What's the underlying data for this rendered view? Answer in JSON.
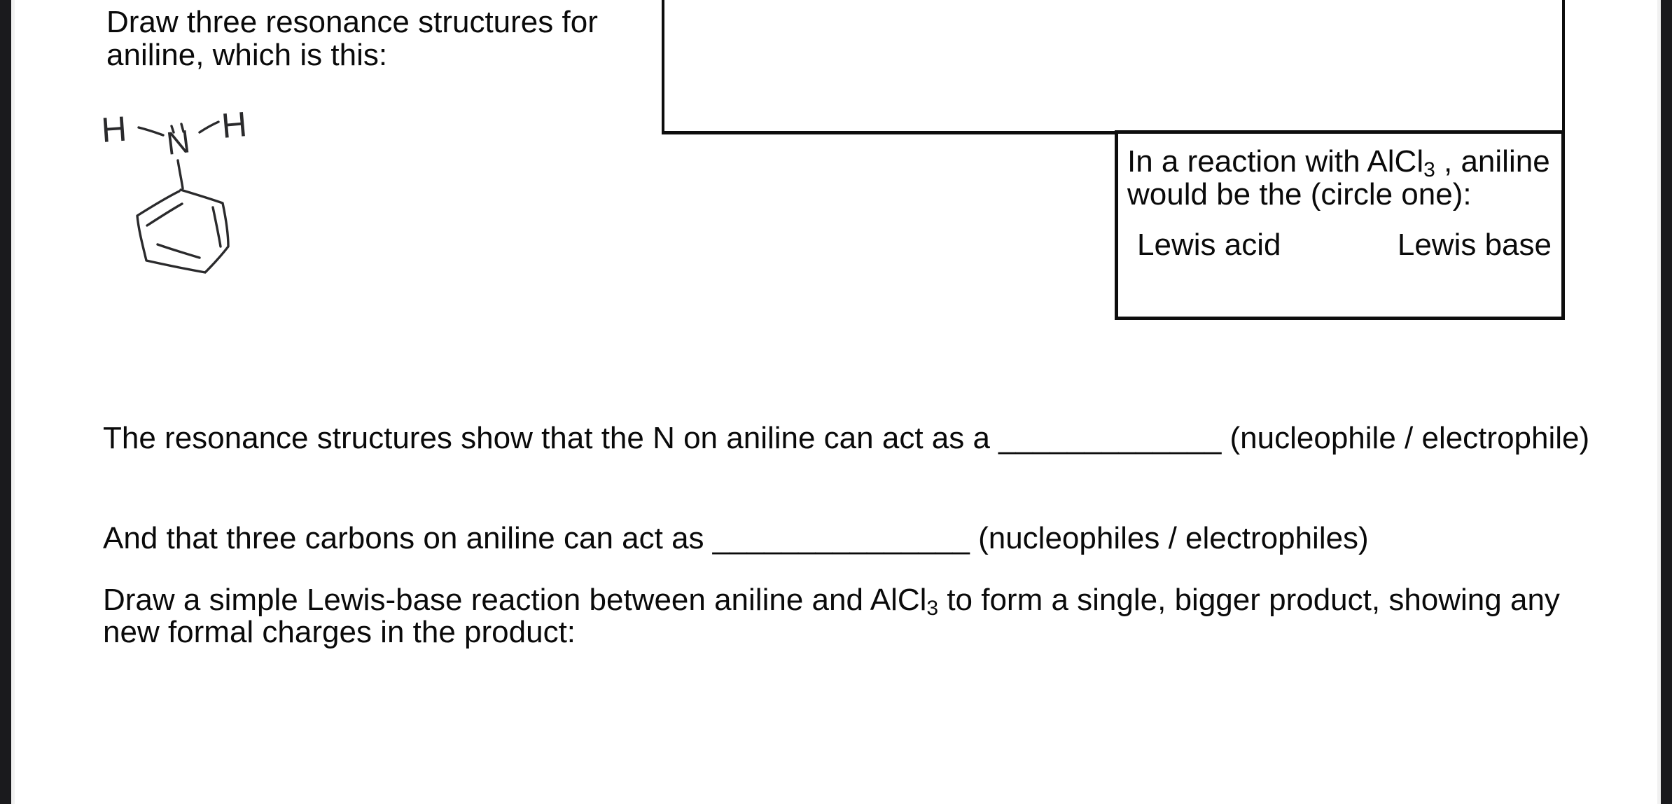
{
  "colors": {
    "page_background": "#ffffff",
    "text": "#0a0a0a",
    "box_border": "#0d0d0d",
    "edge_strip": "#1a1a1d",
    "sketch_ink": "#2a2a2c"
  },
  "question_header": {
    "line1": "Draw three resonance structures for",
    "line2": "aniline, which is this:"
  },
  "molecule": {
    "atom_left": "H",
    "atom_center": "N",
    "atom_right": "H"
  },
  "alcl3_box": {
    "line1_pre": "In a reaction with AlCl",
    "line1_sub": "3",
    "line1_post": " , aniline",
    "line2": "would be the (circle one):",
    "option_left": "Lewis acid",
    "option_right": "Lewis base"
  },
  "fill_line1": {
    "pre": "The resonance structures show that the N on aniline can act as a ",
    "blank": "_____________",
    "post": " (nucleophile / electrophile)"
  },
  "fill_line2": {
    "pre": "And that three carbons on aniline can act as ",
    "blank": "_______________",
    "post": " (nucleophiles / electrophiles)"
  },
  "prompt": {
    "line1_pre": "Draw a simple Lewis-base reaction between aniline and AlCl",
    "line1_sub": "3",
    "line1_post": " to form a single, bigger product, showing any",
    "line2": "new formal charges in the product:"
  }
}
